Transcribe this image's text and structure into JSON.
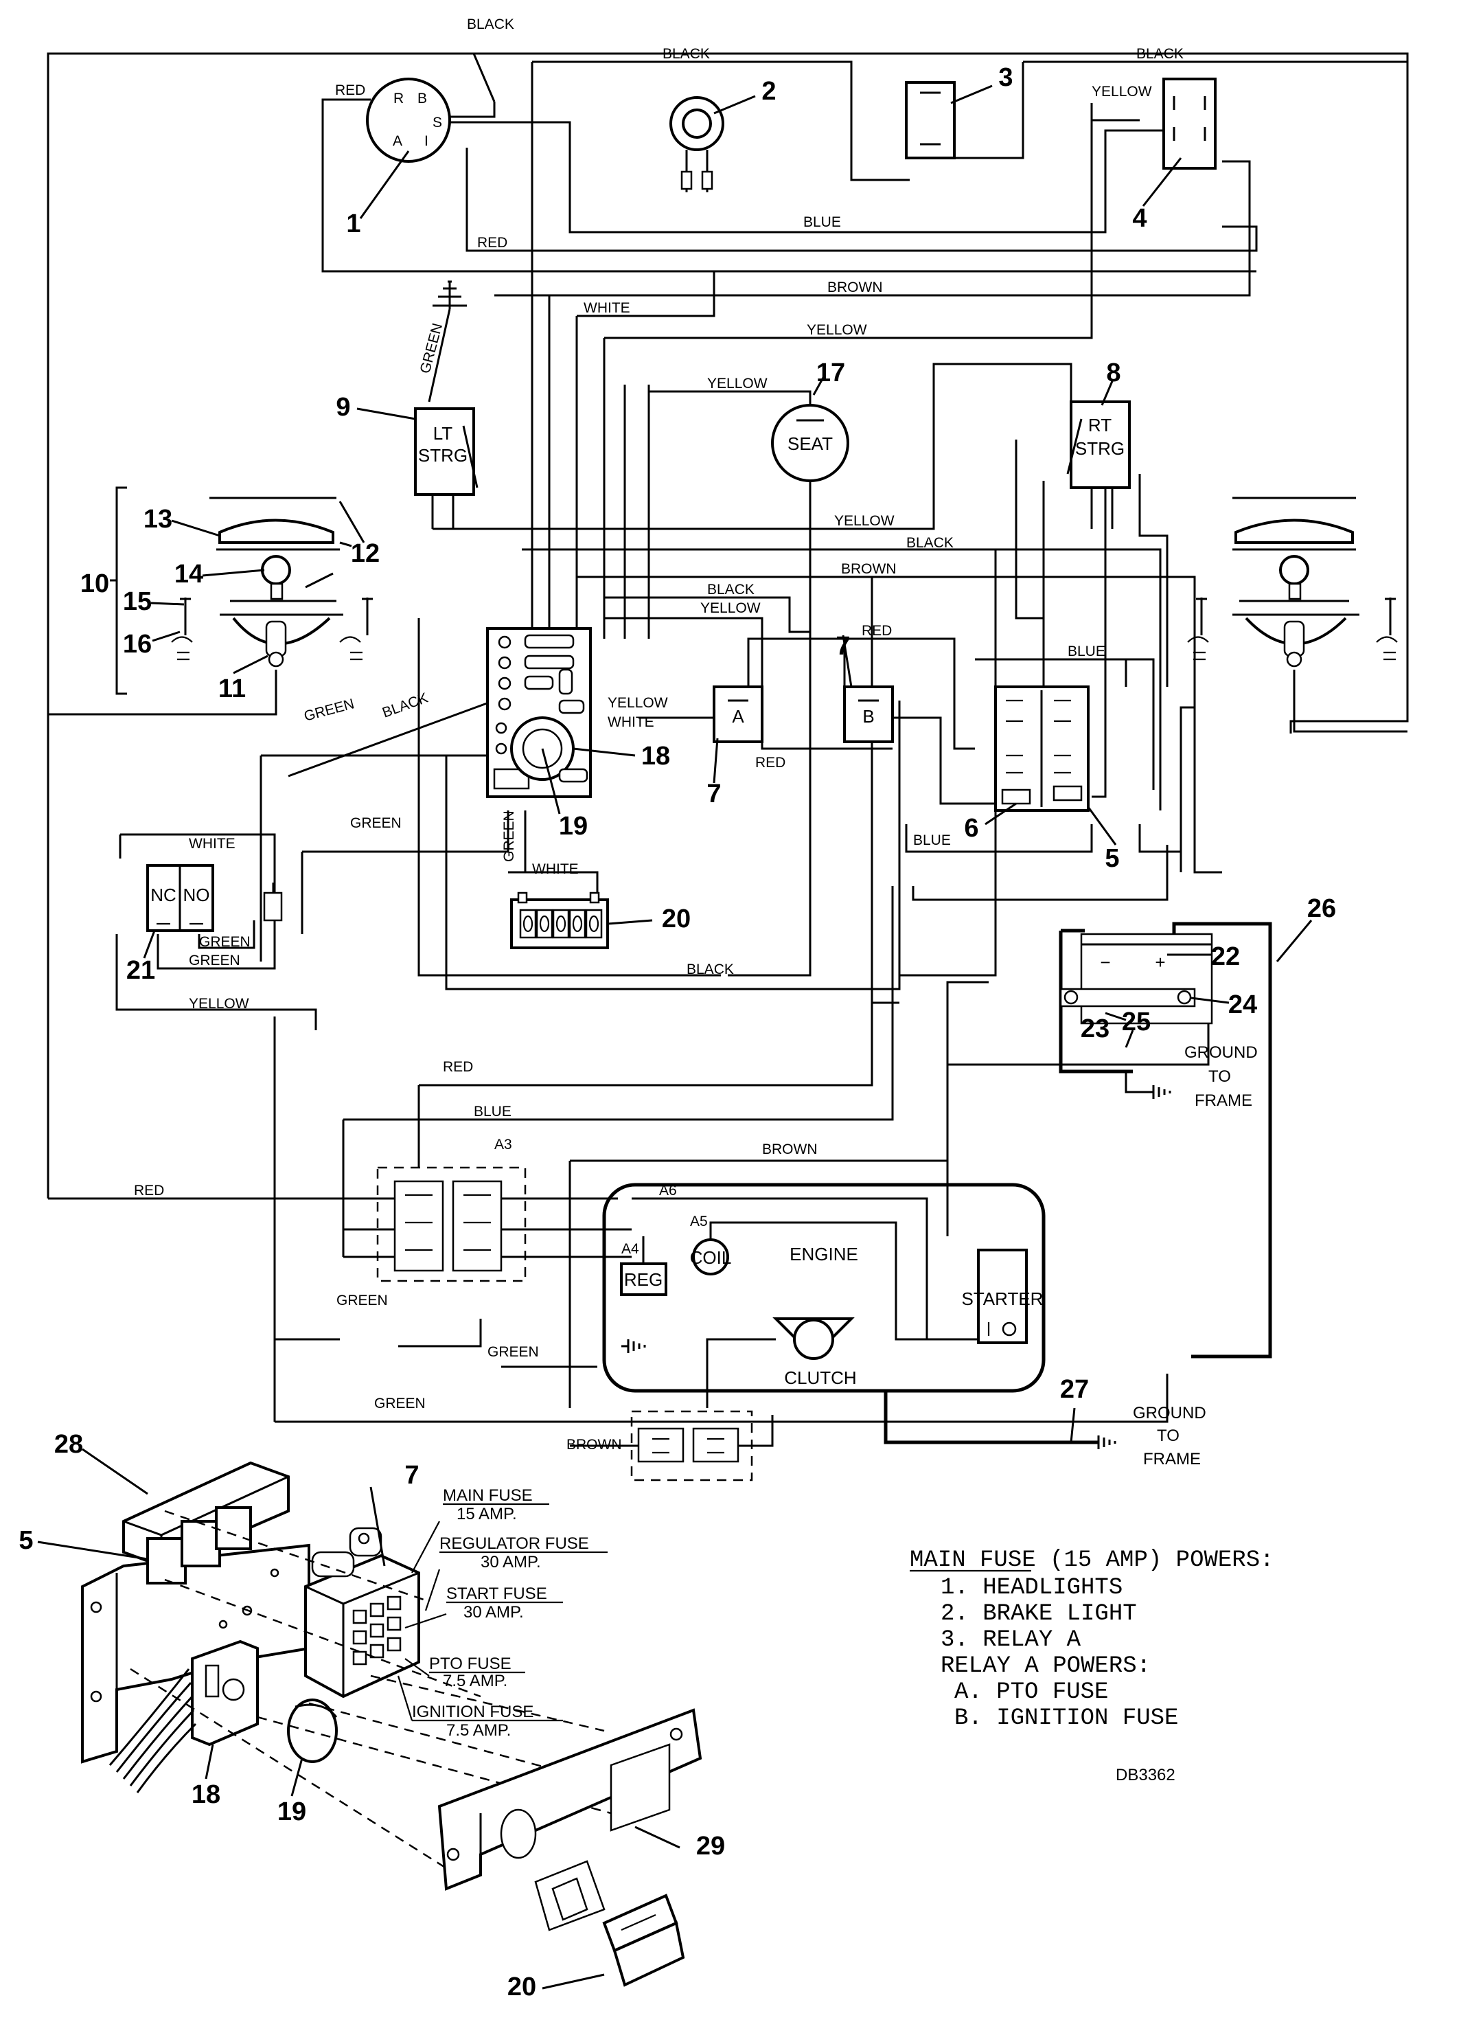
{
  "wire_labels": {
    "black_top": "BLACK",
    "black_2": "BLACK",
    "black_3": "BLACK",
    "red_1": "RED",
    "yellow_4": "YELLOW",
    "blue_top": "BLUE",
    "red_mid": "RED",
    "brown_top": "BROWN",
    "white_top": "WHITE",
    "yellow_top": "YELLOW",
    "green_9": "GREEN",
    "yellow_17": "YELLOW",
    "yellow_mid": "YELLOW",
    "black_mid": "BLACK",
    "brown_mid": "BROWN",
    "black_18": "BLACK",
    "yellow_18": "YELLOW",
    "red_b": "RED",
    "blue_6": "BLUE",
    "yellow_a": "YELLOW",
    "white_a": "WHITE",
    "red_a": "RED",
    "green_10": "GREEN",
    "black_10": "BLACK",
    "white_21": "WHITE",
    "green_19": "GREEN",
    "green_vert": "GREEN",
    "white_20": "WHITE",
    "blue_5": "BLUE",
    "green_21a": "GREEN",
    "green_21b": "GREEN",
    "black_20": "BLACK",
    "yellow_21": "YELLOW",
    "red_lower": "RED",
    "blue_lower": "BLUE",
    "a3": "A3",
    "brown_lower": "BROWN",
    "red_left": "RED",
    "a6": "A6",
    "a5": "A5",
    "a4": "A4",
    "green_a": "GREEN",
    "green_b": "GREEN",
    "green_c": "GREEN",
    "brown_clutch": "BROWN"
  },
  "components": {
    "c1_r": "R",
    "c1_b": "B",
    "c1_s": "S",
    "c1_a": "A",
    "c1_i": "I",
    "lt_strg_1": "LT",
    "lt_strg_2": "STRG",
    "rt_strg_1": "RT",
    "rt_strg_2": "STRG",
    "seat": "SEAT",
    "relay_a": "A",
    "relay_b": "B",
    "nc": "NC",
    "no": "NO",
    "engine": "ENGINE",
    "coil": "COIL",
    "reg": "REG",
    "starter": "STARTER",
    "clutch": "CLUTCH",
    "ground_to_frame_1": [
      "GROUND",
      "TO",
      "FRAME"
    ],
    "ground_to_frame_2": [
      "GROUND",
      "TO",
      "FRAME"
    ],
    "battery_minus": "−",
    "battery_plus": "+"
  },
  "callouts": [
    "1",
    "2",
    "3",
    "4",
    "5",
    "6",
    "7",
    "7",
    "8",
    "9",
    "10",
    "11",
    "12",
    "13",
    "14",
    "15",
    "16",
    "17",
    "18",
    "19",
    "20",
    "21",
    "22",
    "23",
    "24",
    "25",
    "26",
    "27",
    "28",
    "5",
    "7",
    "18",
    "19",
    "29",
    "20"
  ],
  "fuse_labels": [
    {
      "name": "MAIN FUSE",
      "rating": "15 AMP."
    },
    {
      "name": "REGULATOR FUSE",
      "rating": "30 AMP."
    },
    {
      "name": "START FUSE",
      "rating": "30 AMP."
    },
    {
      "name": "PTO FUSE",
      "rating": "7.5 AMP."
    },
    {
      "name": "IGNITION FUSE",
      "rating": "7.5 AMP."
    }
  ],
  "notes": {
    "heading_underlined": "MAIN FUSE",
    "heading_rest": " (15 AMP) POWERS:",
    "items": [
      "1. HEADLIGHTS",
      "2. BRAKE LIGHT",
      "3. RELAY A"
    ],
    "relay_heading": "RELAY A POWERS:",
    "relay_items": [
      "A. PTO FUSE",
      "B. IGNITION FUSE"
    ]
  },
  "drawing_code": "DB3362"
}
